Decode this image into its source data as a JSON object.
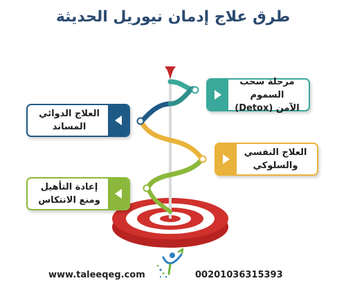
{
  "title": "طرق علاج إدمان نيوريل الحديثة",
  "steps": [
    {
      "line1": "مرحلة سحب السموم",
      "line2": "الآمن (Detox)",
      "color": "#3aa89a"
    },
    {
      "line1": "العلاج الدوائي",
      "line2": "المساند",
      "color": "#1f5a87"
    },
    {
      "line1": "العلاج النفسي",
      "line2": "والسلوكي",
      "color": "#e9b23a"
    },
    {
      "line1": "إعادة التأهيل",
      "line2": "ومنع الانتكاس",
      "color": "#8bb83c"
    }
  ],
  "footer": {
    "website": "www.taleeqeg.com",
    "phone": "00201036315393"
  },
  "target_colors": {
    "red": "#d0312d",
    "white": "#ffffff"
  }
}
